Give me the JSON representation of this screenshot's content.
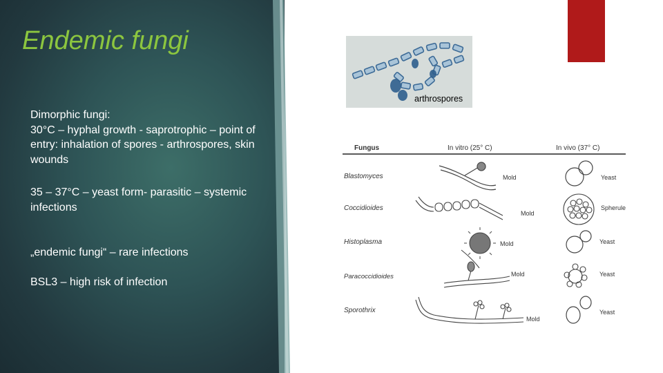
{
  "slide": {
    "title": "Endemic fungi",
    "paragraphs": [
      [
        "Dimorphic fungi:",
        "30°C – hyphal growth - saprotrophic – point of entry: inhalation of spores - arthrospores, skin wounds"
      ],
      [
        "35 – 37°C – yeast form- parasitic – systemic infections"
      ],
      [
        "„endemic fungi“ – rare infections"
      ],
      [
        "BSL3 – high risk of infection"
      ]
    ]
  },
  "micrograph": {
    "label": "arthrospores"
  },
  "table": {
    "headers": [
      "Fungus",
      "In vitro (25° C)",
      "In vivo (37° C)"
    ],
    "rows": [
      {
        "fungus": "Blastomyces",
        "in_vitro": "Mold",
        "in_vivo": "Yeast"
      },
      {
        "fungus": "Coccidioides",
        "in_vitro": "Mold",
        "in_vivo": "Spherule"
      },
      {
        "fungus": "Histoplasma",
        "in_vitro": "Mold",
        "in_vivo": "Yeast"
      },
      {
        "fungus": "Paracoccidioides",
        "in_vitro": "Mold",
        "in_vivo": "Yeast"
      },
      {
        "fungus": "Sporothrix",
        "in_vitro": "Mold",
        "in_vivo": "Yeast"
      }
    ]
  },
  "colors": {
    "title": "#8cc63f",
    "accent": "#b01a1a",
    "panel": "#2e5456"
  }
}
